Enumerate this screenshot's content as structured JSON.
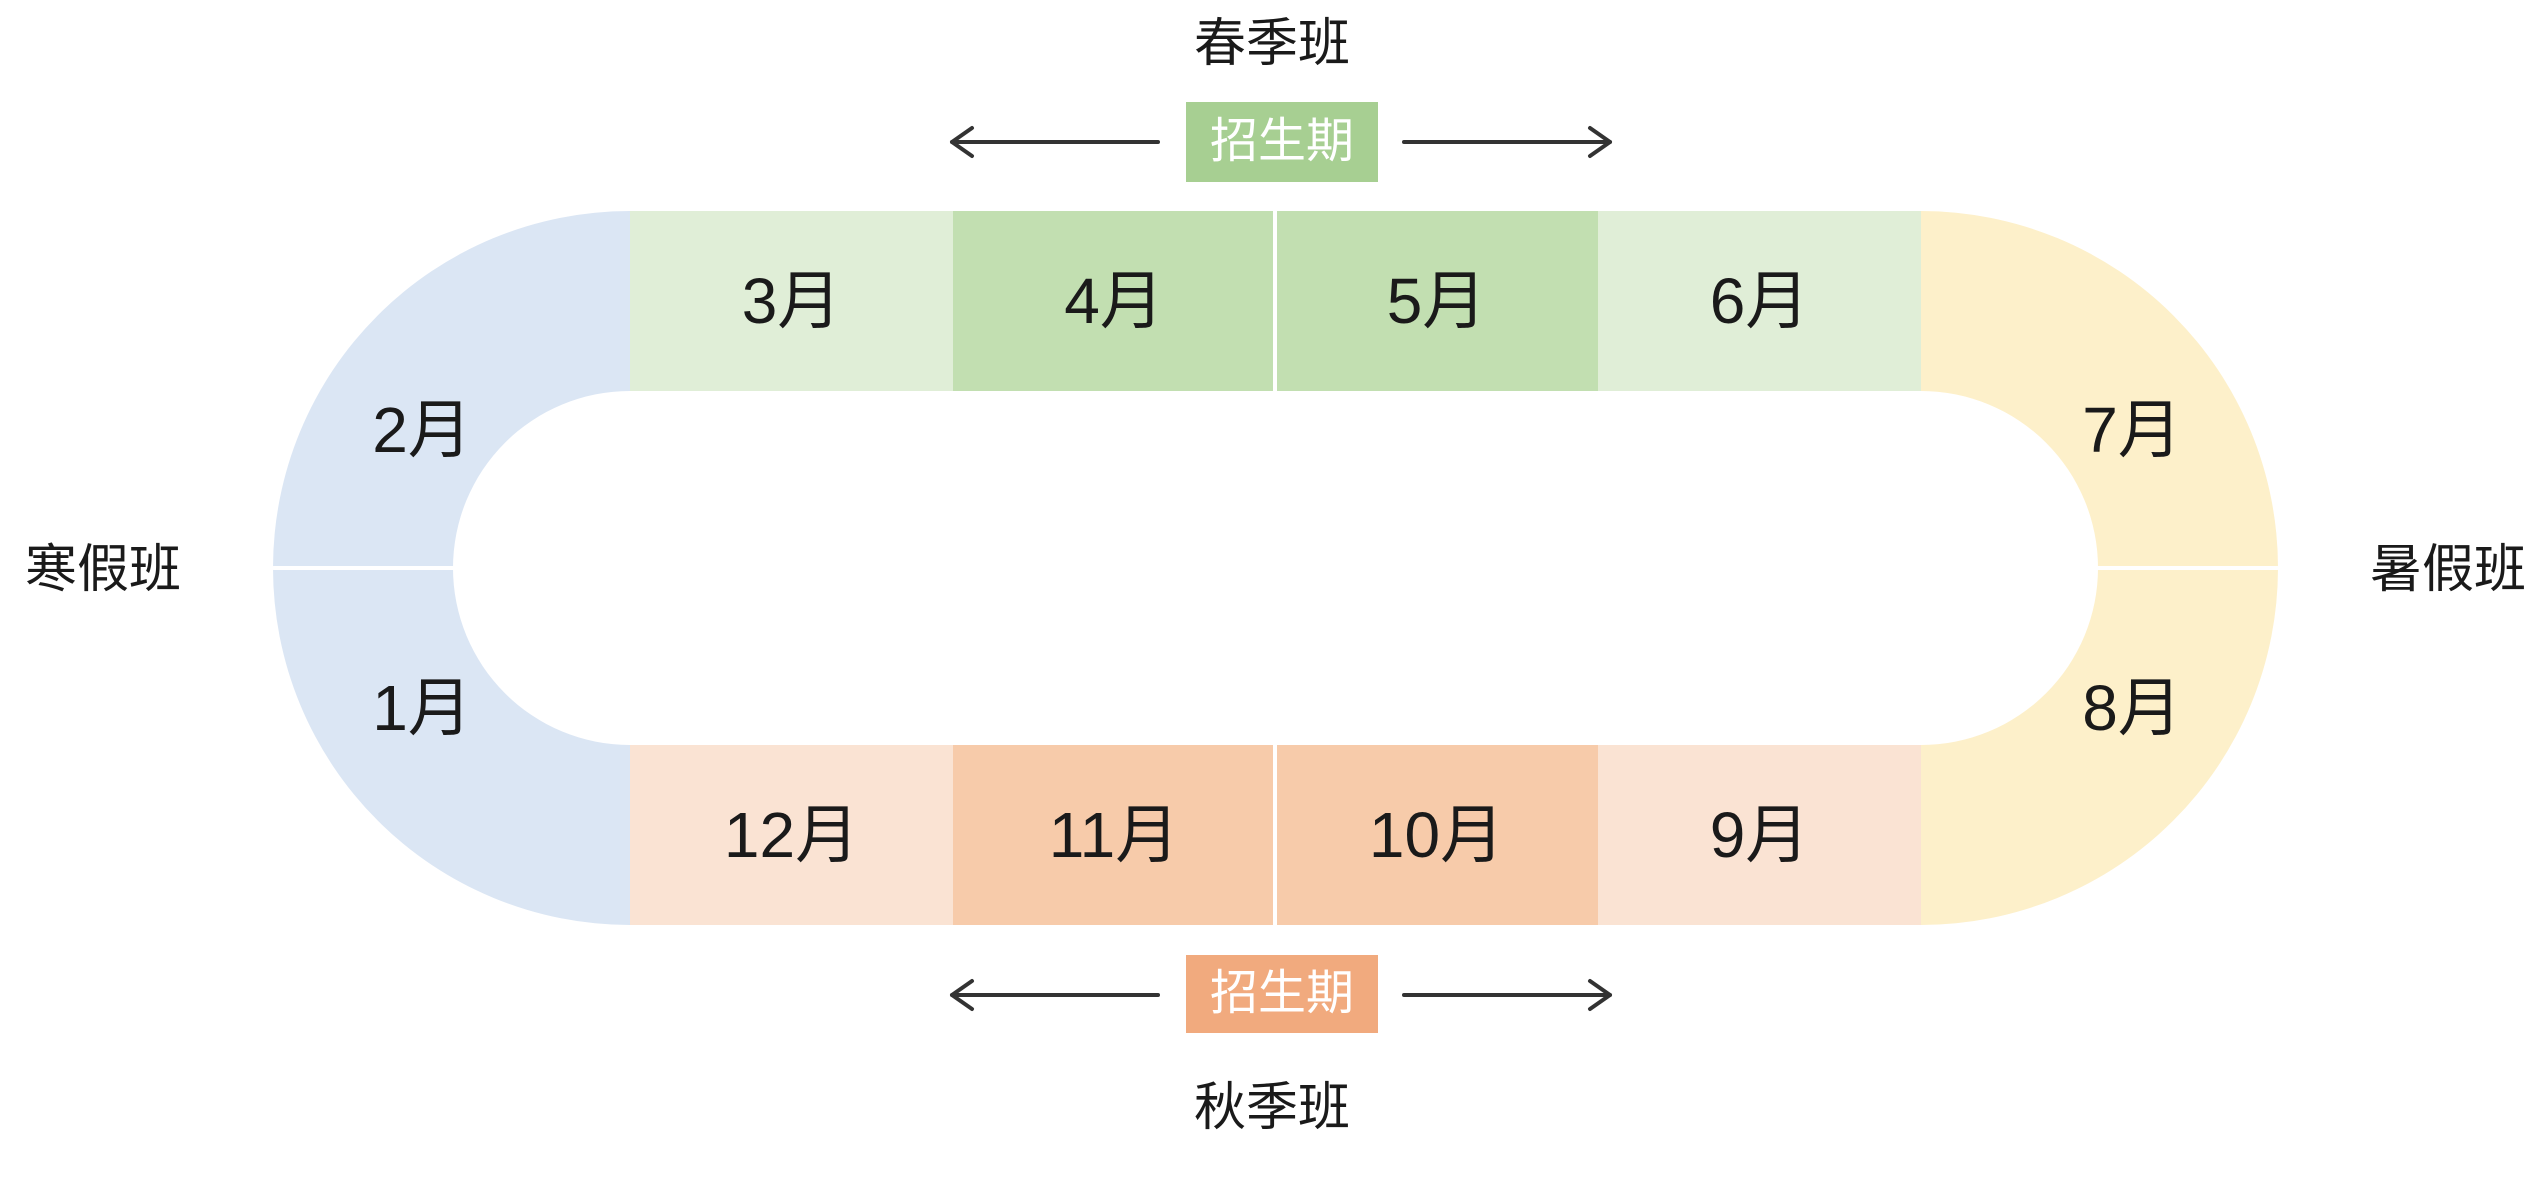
{
  "colors": {
    "blue": "#dbe6f4",
    "green_light": "#e0eed7",
    "green_dark": "#c2dfb1",
    "yellow": "#fdf0ca",
    "peach_light": "#fae3d3",
    "peach_dark": "#f7cbaa",
    "badge_green": "#a7cf92",
    "badge_orange": "#f1aa7e",
    "badge_text": "#ffffff",
    "text": "#1a1a1a",
    "arrow": "#333333"
  },
  "seasons": {
    "spring": {
      "title": "春季班",
      "badge_label": "招生期"
    },
    "autumn": {
      "title": "秋季班",
      "badge_label": "招生期"
    },
    "winter": {
      "label": "寒假班"
    },
    "summer": {
      "label": "暑假班"
    }
  },
  "months": {
    "top": [
      {
        "label": "3月",
        "color": "#e0eed7"
      },
      {
        "label": "4月",
        "color": "#c2dfb1"
      },
      {
        "label": "5月",
        "color": "#c2dfb1"
      },
      {
        "label": "6月",
        "color": "#e0eed7"
      }
    ],
    "bottom": [
      {
        "label": "12月",
        "color": "#fae3d3"
      },
      {
        "label": "11月",
        "color": "#f7cbaa"
      },
      {
        "label": "10月",
        "color": "#f7cbaa"
      },
      {
        "label": "9月",
        "color": "#fae3d3"
      }
    ],
    "left": {
      "top": "2月",
      "bottom": "1月",
      "color": "#dbe6f4"
    },
    "right": {
      "top": "7月",
      "bottom": "8月",
      "color": "#fdf0ca"
    }
  }
}
